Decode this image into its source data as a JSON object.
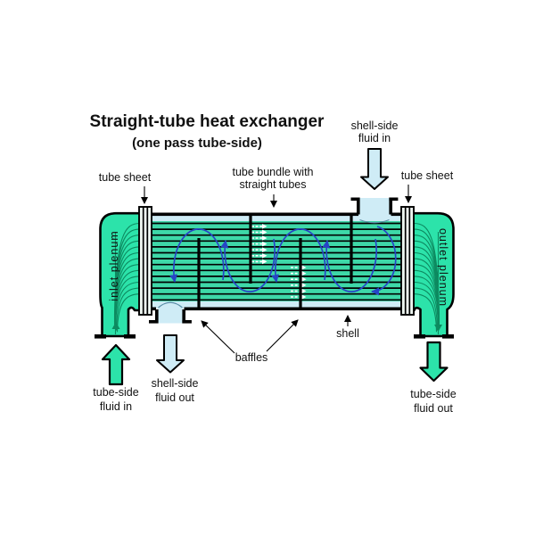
{
  "title": "Straight-tube heat exchanger",
  "subtitle": "(one pass tube-side)",
  "labels": {
    "tube_sheet_left": "tube sheet",
    "tube_sheet_right": "tube sheet",
    "tube_bundle_line1": "tube bundle with",
    "tube_bundle_line2": "straight tubes",
    "shell_side_in_line1": "shell-side",
    "shell_side_in_line2": "fluid in",
    "inlet_plenum": "inlet plenum",
    "outlet_plenum": "outlet plenum",
    "baffles": "baffles",
    "shell": "shell",
    "shell_side_out_line1": "shell-side",
    "shell_side_out_line2": "fluid out",
    "tube_side_in_line1": "tube-side",
    "tube_side_in_line2": "fluid in",
    "tube_side_out_line1": "tube-side",
    "tube_side_out_line2": "fluid out"
  },
  "colors": {
    "plenum_green": "#2ce3aa",
    "tube_area_green": "#3ed8a8",
    "shell_fluid_cyan": "#cfecf6",
    "flow_arrow_blue": "#2745c6",
    "tube_flow_white": "#ffffff",
    "plenum_flow_line": "#0d8a60",
    "tube_sheet_fill": "#eef6f1",
    "outline_black": "#000000"
  }
}
